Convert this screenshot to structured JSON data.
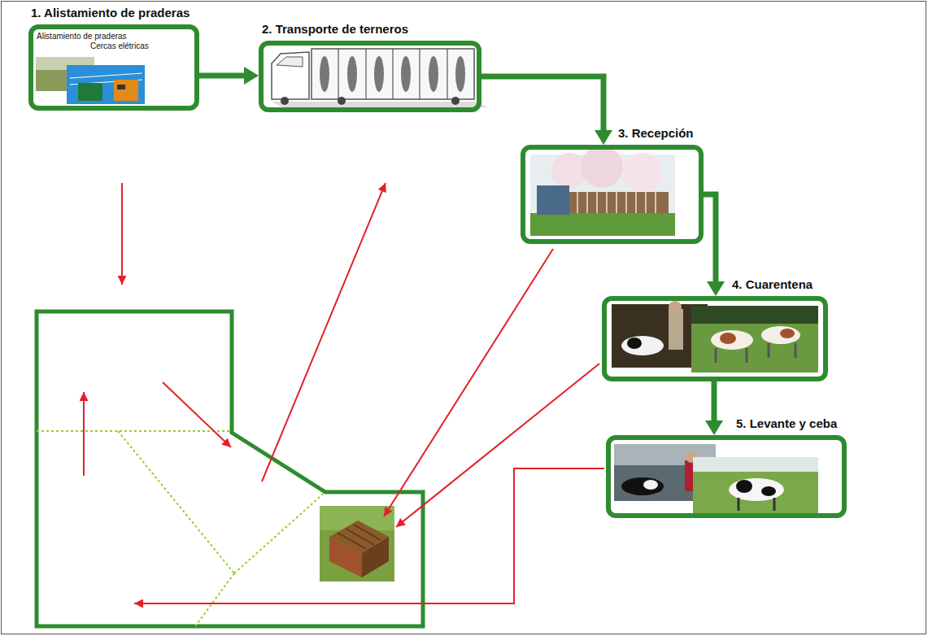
{
  "diagram": {
    "nodes": [
      {
        "text": [
          "1. Alistamiento de praderas",
          "Alistamiento de praderas",
          "Cercas elétricas"
        ]
      },
      {
        "text": [
          "2. Transporte de terneros"
        ]
      },
      {
        "text": [
          "3. Recepción"
        ]
      },
      {
        "text": [
          "4. Cuarentena"
        ]
      },
      {
        "text": [
          "5. Levante y ceba"
        ]
      }
    ],
    "edges": [
      {
        "from": 0,
        "to": 1,
        "arrow": "to"
      },
      {
        "from": 1,
        "to": 2,
        "arrow": "to"
      },
      {
        "from": 2,
        "to": 3,
        "arrow": "to"
      },
      {
        "from": 3,
        "to": 4,
        "arrow": "to"
      }
    ]
  }
}
